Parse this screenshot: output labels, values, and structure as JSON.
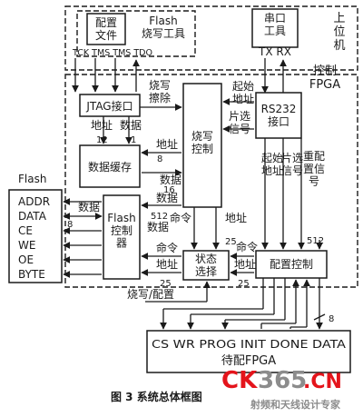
{
  "upper_computer": {
    "label": "上\n位\n机",
    "config_file": "配置\n文件",
    "flash_tool": "Flash\n烧写工具",
    "jtag_pins": "TCK TMS TMS TDO",
    "serial_tool": "串口\n工具",
    "serial_pins": "TX  RX"
  },
  "control_fpga": {
    "label": "控制\nFPGA",
    "jtag_interface": "JTAG接口",
    "data_buffer": "数据缓存",
    "burn_control": "烧写\n控制",
    "rs232": "RS232\n接口",
    "flash_controller": "Flash\n控制\n器",
    "state_select": "状态\n选择",
    "config_control": "配置控制"
  },
  "flash_chip": {
    "title": "Flash",
    "pins": [
      "ADDR",
      "DATA",
      "CE",
      "WE",
      "OE",
      "BYTE"
    ]
  },
  "target_fpga": {
    "pins": "CS  WR PROG INIT DONE DATA",
    "label": "待配FPGA"
  },
  "signals": {
    "burn_erase": "烧写\n擦除",
    "address": "地址",
    "data": "数据",
    "n12": "12",
    "n1": "1",
    "n8": "8",
    "n16": "16",
    "n512": "512",
    "n25": "25",
    "start_address": "起始\n地址",
    "chip_select": "片选\n信号",
    "start_address_v": "起始\n地址",
    "chip_select_v": "片选\n信号",
    "reconfig": "重配\n置信\n号",
    "command": "命令",
    "burn_config": "烧写/配置"
  },
  "caption": "图 3    系统总体框图",
  "watermark": {
    "logo_red": "CK",
    "logo_grey": "365",
    "logo_domain": ".CN",
    "slogan": "射频和天线设计专家"
  }
}
